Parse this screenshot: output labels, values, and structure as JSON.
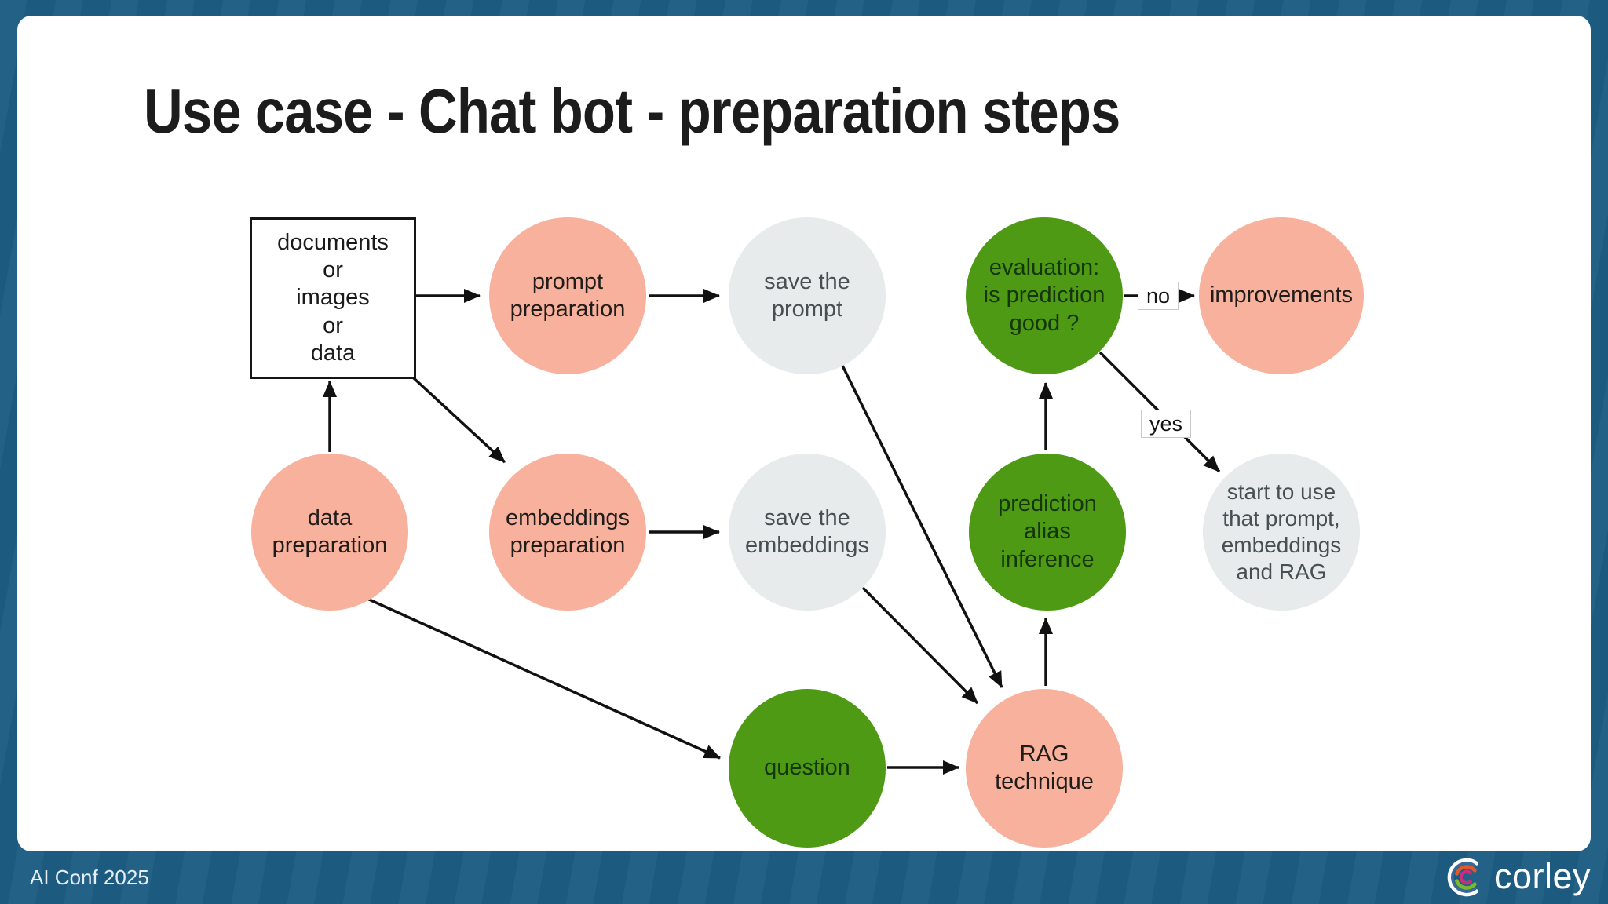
{
  "title": "Use case - Chat bot - preparation steps",
  "footer": {
    "conference": "AI Conf 2025",
    "brand": "corley"
  },
  "edge_labels": {
    "no": "no",
    "yes": "yes"
  },
  "colors": {
    "frame_blue": "#1d5c82",
    "slide_white": "#ffffff",
    "node_salmon": "#f7b19c",
    "node_green": "#4f9a15",
    "node_gray": "#e7ebec",
    "arrow_black": "#111111",
    "title_text": "#1c1c1c",
    "salmon_text": "#201c1a",
    "green_text": "#15350a",
    "gray_text": "#474f52",
    "footer_text": "#e4eef4"
  },
  "nodes": {
    "documents_source": {
      "label": "documents\nor\nimages\nor\ndata",
      "shape": "rectangle",
      "fill": "white"
    },
    "prompt_preparation": {
      "label": "prompt\npreparation",
      "shape": "circle",
      "fill": "salmon"
    },
    "save_the_prompt": {
      "label": "save the\nprompt",
      "shape": "circle",
      "fill": "gray"
    },
    "evaluation": {
      "label": "evaluation:\nis prediction\ngood ?",
      "shape": "circle",
      "fill": "green"
    },
    "improvements": {
      "label": "improvements",
      "shape": "circle",
      "fill": "salmon"
    },
    "data_preparation": {
      "label": "data\npreparation",
      "shape": "circle",
      "fill": "salmon"
    },
    "embeddings_preparation": {
      "label": "embeddings\npreparation",
      "shape": "circle",
      "fill": "salmon"
    },
    "save_the_embeddings": {
      "label": "save the\nembeddings",
      "shape": "circle",
      "fill": "gray"
    },
    "prediction_inference": {
      "label": "prediction\nalias\ninference",
      "shape": "circle",
      "fill": "green"
    },
    "start_to_use": {
      "label": "start to use\nthat prompt,\nembeddings\nand RAG",
      "shape": "circle",
      "fill": "gray"
    },
    "question": {
      "label": "question",
      "shape": "circle",
      "fill": "green"
    },
    "rag_technique": {
      "label": "RAG\ntechnique",
      "shape": "circle",
      "fill": "salmon"
    }
  }
}
